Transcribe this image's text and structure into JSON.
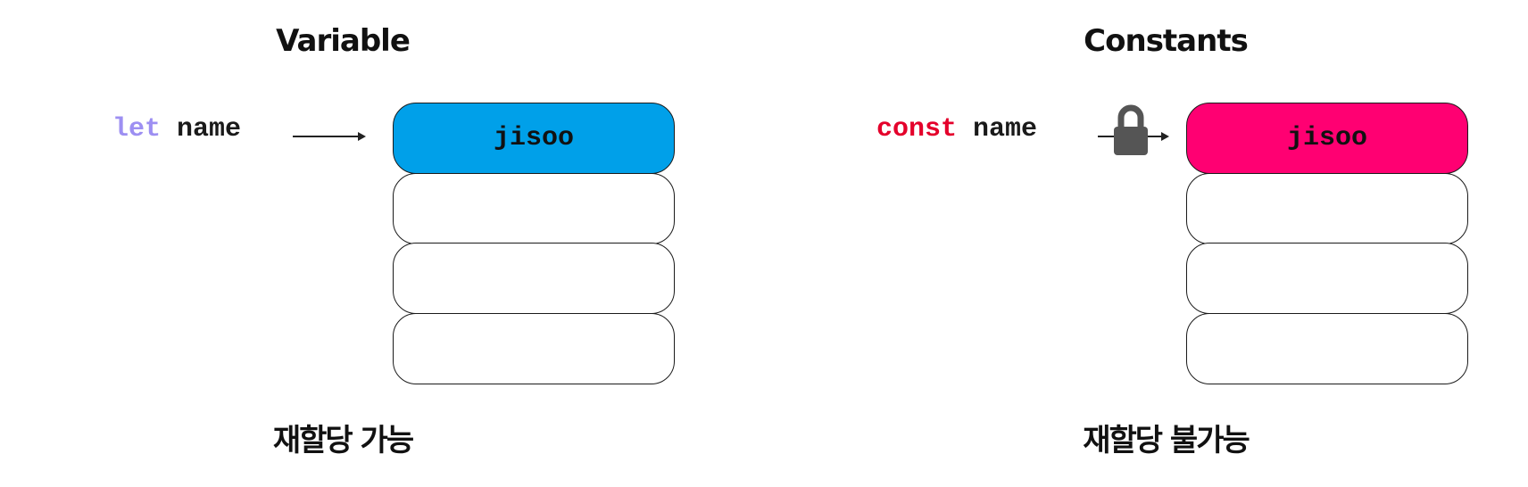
{
  "left": {
    "title": "Variable",
    "keyword": "let",
    "identifier": "name",
    "stored_value": "jisoo",
    "caption": "재할당 가능",
    "highlight_color": "#00a0e9",
    "keyword_color": "#9d8ff2"
  },
  "right": {
    "title": "Constants",
    "keyword": "const",
    "identifier": "name",
    "stored_value": "jisoo",
    "caption": "재할당 불가능",
    "highlight_color": "#ff0072",
    "keyword_color": "#e4002b",
    "lock_icon": "lock-icon"
  }
}
